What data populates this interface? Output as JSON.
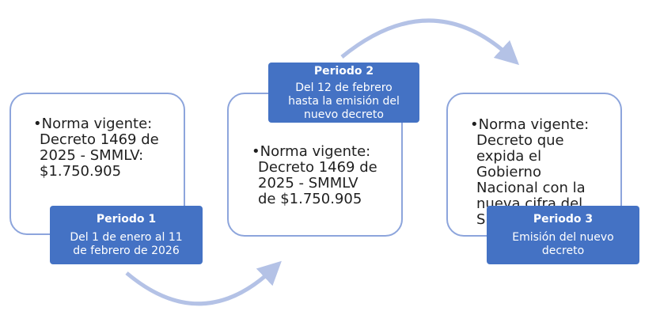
{
  "colors": {
    "card_border": "#8da5dc",
    "label_fill": "#4472c4",
    "label_text": "#ffffff",
    "arrow": "#b4c2e6"
  },
  "periods": [
    {
      "card_text": "•Norma vigente:\nDecreto 1469 de\n2025 - SMMLV:\n$1.750.905",
      "title": "Periodo 1",
      "subtitle": "Del 1 de enero al 11\nde febrero de 2026"
    },
    {
      "card_text": "•Norma vigente:\nDecreto 1469 de\n2025 - SMMLV\nde $1.750.905",
      "title": "Periodo 2",
      "subtitle": "Del 12 de febrero\nhasta la emisión del\nnuevo decreto"
    },
    {
      "card_text": "•Norma vigente:\nDecreto que\nexpida el\nGobierno\nNacional con la\nnueva cifra del\nSMMLV",
      "title": "Periodo 3",
      "subtitle": "Emisión del nuevo\ndecreto"
    }
  ]
}
